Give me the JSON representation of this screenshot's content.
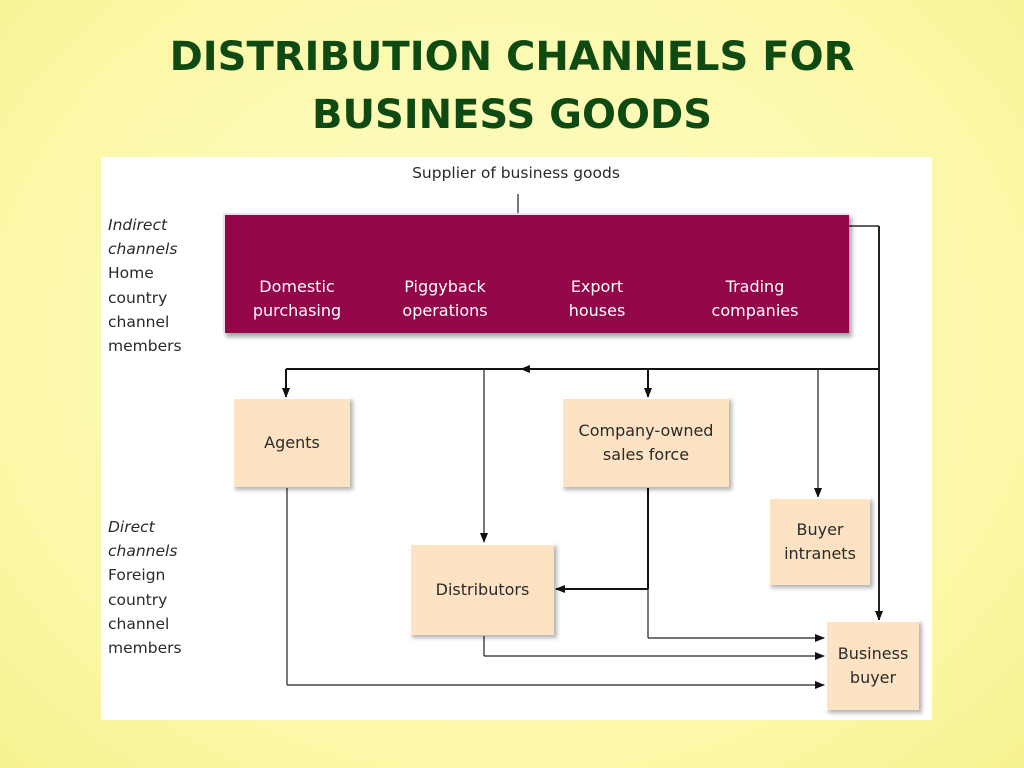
{
  "title": {
    "line1": "DISTRIBUTION CHANNELS FOR",
    "line2": "BUSINESS GOODS"
  },
  "diagram": {
    "supplier": "Supplier of business goods",
    "indirect_label": {
      "line1": "Indirect",
      "line2": "channels",
      "line3": "Home",
      "line4": "country",
      "line5": "channel",
      "line6": "members"
    },
    "direct_label": {
      "line1": "Direct",
      "line2": "channels",
      "line3": "Foreign",
      "line4": "country",
      "line5": "channel",
      "line6": "members"
    },
    "home_members": [
      {
        "line1": "Domestic",
        "line2": "purchasing"
      },
      {
        "line1": "Piggyback",
        "line2": "operations"
      },
      {
        "line1": "Export",
        "line2": "houses"
      },
      {
        "line1": "Trading",
        "line2": "companies"
      }
    ],
    "agents": "Agents",
    "sales_force": {
      "line1": "Company-owned",
      "line2": "sales force"
    },
    "buyer_intranets": {
      "line1": "Buyer",
      "line2": "intranets"
    },
    "distributors": "Distributors",
    "business_buyer": {
      "line1": "Business",
      "line2": "buyer"
    },
    "colors": {
      "band": "#93064a",
      "box": "#fde3c4",
      "title": "#0f4a12"
    }
  }
}
